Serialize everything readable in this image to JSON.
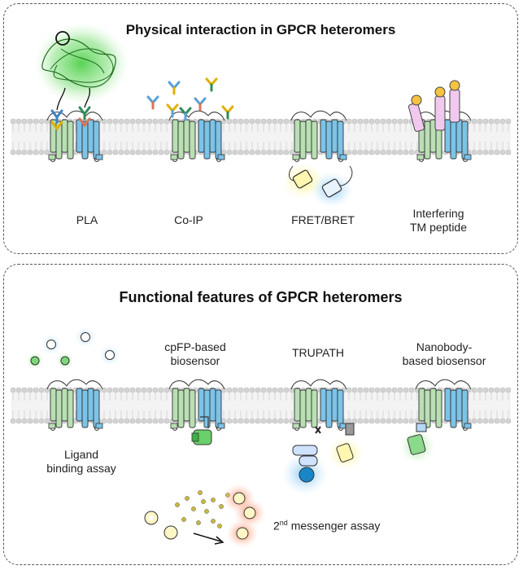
{
  "panels": {
    "physical": {
      "title": "Physical interaction in GPCR heteromers",
      "methods": {
        "pla": "PLA",
        "coip": "Co-IP",
        "fret": "FRET/BRET",
        "tm_line1": "Interfering",
        "tm_line2": "TM peptide"
      }
    },
    "functional": {
      "title": "Functional features of GPCR heteromers",
      "methods": {
        "ligand_line1": "Ligand",
        "ligand_line2": "binding assay",
        "cpfp_line1": "cpFP-based",
        "cpfp_line2": "biosensor",
        "trupath": "TRUPATH",
        "nano_line1": "Nanobody-",
        "nano_line2": "based biosensor",
        "messenger_sup": "nd",
        "messenger_num": "2",
        "messenger_rest": " messenger assay"
      }
    }
  },
  "colors": {
    "receptor_green": "#b9dfb3",
    "receptor_blue": "#7cc3e8",
    "membrane": "#cfcfcf",
    "glow_green": "#5fd35a",
    "glow_yellow": "#fff27a",
    "glow_blue": "#7ec8f5",
    "glow_red": "#ff7b4f",
    "peptide": "#f2c9ee"
  }
}
